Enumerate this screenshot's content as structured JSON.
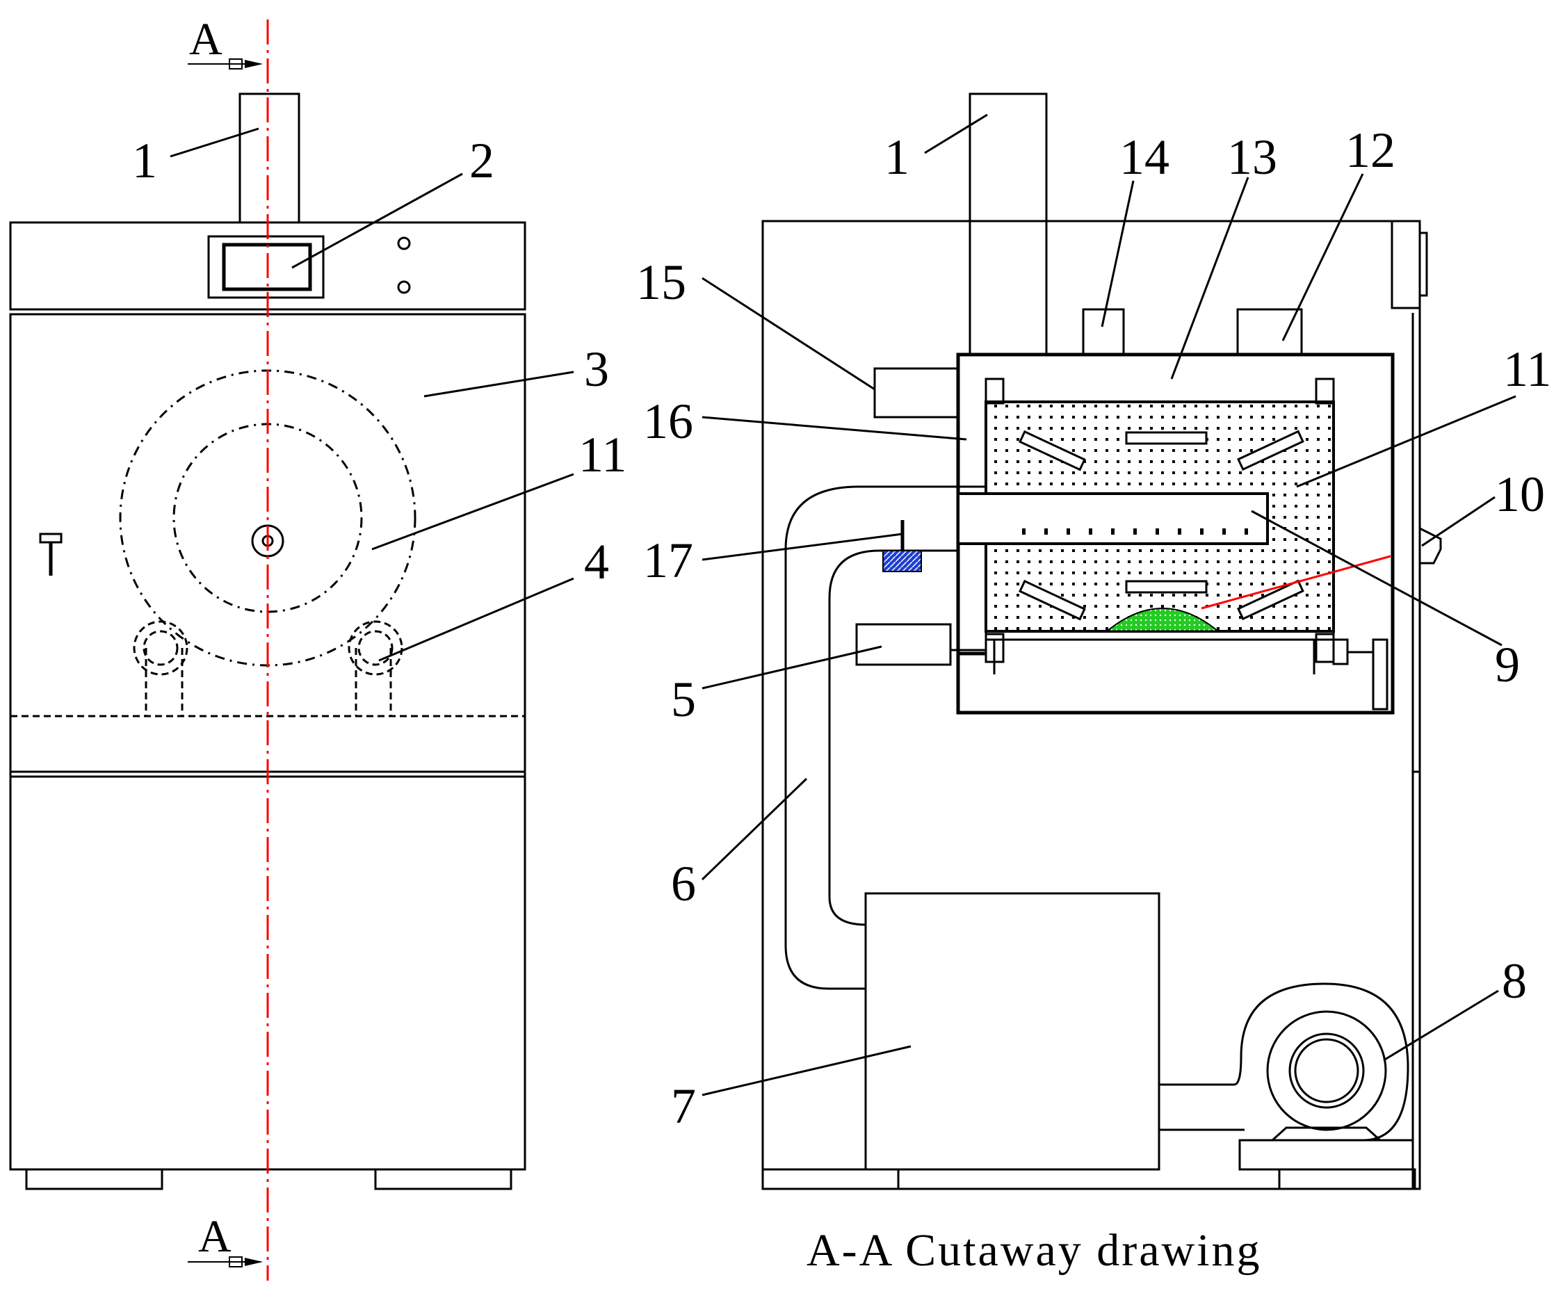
{
  "section_marks": {
    "top": "A",
    "bottom": "A"
  },
  "front_view_labels": {
    "l1": "1",
    "l2": "2",
    "l3": "3",
    "l11": "11",
    "l4": "4"
  },
  "cutaway_labels": {
    "l1": "1",
    "l14": "14",
    "l13": "13",
    "l12": "12",
    "l15": "15",
    "l11": "11",
    "l16": "16",
    "l10": "10",
    "l17": "17",
    "l9": "9",
    "l5": "5",
    "l6": "6",
    "l8": "8",
    "l7": "7"
  },
  "caption": "A-A  Cutaway drawing",
  "colors": {
    "axis": "#ff0000",
    "sensor": "#1f3fd0",
    "material": "#22cc22",
    "line": "#000000"
  }
}
